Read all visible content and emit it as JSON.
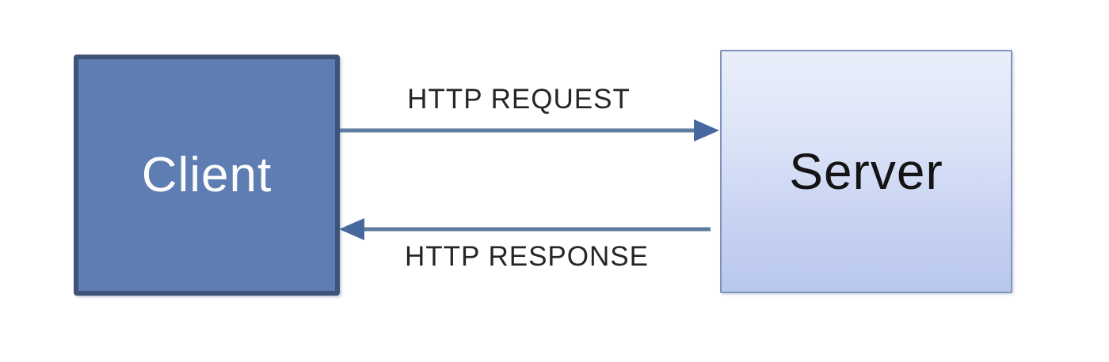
{
  "diagram": {
    "nodes": [
      {
        "id": "client",
        "label": "Client",
        "fill": "#5E7DB2",
        "border_color": "#3E5377",
        "text_color": "#FDFDFD"
      },
      {
        "id": "server",
        "label": "Server",
        "fill_top": "#E9EEFA",
        "fill_bottom": "#B9C7EE",
        "border_color": "#8093B8",
        "text_color": "#141414"
      }
    ],
    "edges": [
      {
        "from": "client",
        "to": "server",
        "label": "HTTP REQUEST",
        "direction": "right",
        "line_color": "#5E7BA0",
        "head_color": "#47689E"
      },
      {
        "from": "server",
        "to": "client",
        "label": "HTTP RESPONSE",
        "direction": "left",
        "line_color": "#5E7BA0",
        "head_color": "#47689E"
      }
    ],
    "label_text_color": "#262626",
    "background_color": "#FFFFFF"
  }
}
